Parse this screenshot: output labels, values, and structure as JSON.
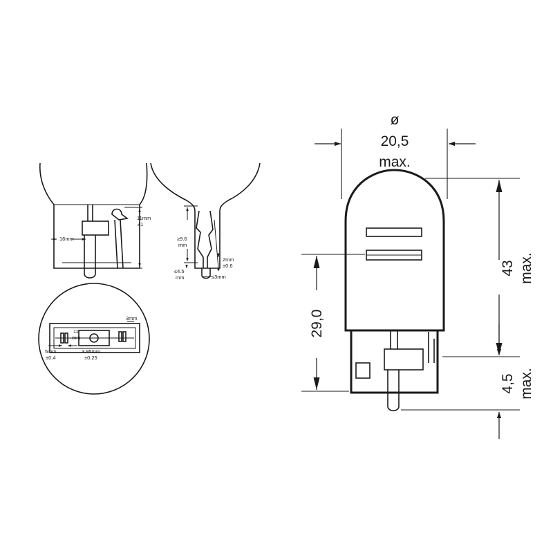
{
  "colors": {
    "line": "#1a1a1a",
    "background": "#ffffff"
  },
  "main_view": {
    "diameter": {
      "symbol": "ø",
      "value": "20,5",
      "note": "max."
    },
    "height": {
      "value": "43",
      "note": "max."
    },
    "light_center": {
      "value": "29,0"
    },
    "pin_length": {
      "value": "4,5",
      "note": "max."
    }
  },
  "detail_front": {
    "tab_height": {
      "value": "11mm",
      "tol": "±1"
    },
    "base_width": {
      "value": "16mm"
    }
  },
  "detail_side": {
    "wire_height": {
      "value": "≥9.6",
      "unit": "mm"
    },
    "contact_gap": {
      "value": "2mm",
      "tol": "±0.6"
    },
    "pin_depth": {
      "value": "≤4.5",
      "unit": "mm"
    },
    "pin_width": {
      "value": "≤3mm"
    }
  },
  "detail_bottom": {
    "slot_length": {
      "value": "11",
      "unit": "mm"
    },
    "slot_width": {
      "value": "3mm"
    },
    "contact_spacing": {
      "value": "5mm",
      "tol": "±0.4"
    },
    "center_spacing": {
      "value": "3.95mm",
      "tol": "±0.25"
    }
  }
}
